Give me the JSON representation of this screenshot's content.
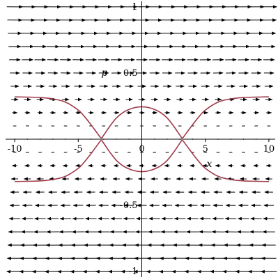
{
  "chart_data": {
    "type": "vector-field",
    "xlabel": "x",
    "ylabel": "p",
    "xlim": [
      -10.5,
      10.5
    ],
    "ylim": [
      -1.02,
      1.02
    ],
    "xticks": [
      {
        "value": -10,
        "label": "-10"
      },
      {
        "value": -5,
        "label": "-5"
      },
      {
        "value": 0,
        "label": "0"
      },
      {
        "value": 5,
        "label": "5"
      },
      {
        "value": 10,
        "label": "10"
      }
    ],
    "yticks": [
      {
        "value": 1,
        "label": "1"
      },
      {
        "value": 0.5,
        "label": "0.5"
      },
      {
        "value": -0.5,
        "label": "-0.5"
      },
      {
        "value": -1,
        "label": "-1"
      }
    ],
    "field": {
      "nx": 21,
      "ny": 21,
      "x_range": [
        -10,
        10
      ],
      "y_range": [
        -1,
        1
      ],
      "color": "#000000"
    },
    "curve_color": "#9e3a4a",
    "series": [
      {
        "x": [
          -10,
          -9,
          -8,
          -7,
          -6,
          -5,
          -4.5,
          -4,
          -3.5,
          -3.2,
          -3,
          -2.5,
          -2,
          -1.5,
          -1,
          -0.5,
          0,
          0.5,
          1,
          1.5,
          2,
          2.5,
          3,
          3.2,
          3.5,
          4,
          4.5,
          5,
          6,
          7,
          8,
          9,
          10
        ],
        "y": [
          0.32,
          0.318,
          0.315,
          0.305,
          0.28,
          0.22,
          0.17,
          0.11,
          0.045,
          0.01,
          0.03,
          0.1,
          0.16,
          0.2,
          0.225,
          0.24,
          0.245,
          0.24,
          0.225,
          0.2,
          0.16,
          0.1,
          0.03,
          0.01,
          0.045,
          0.11,
          0.17,
          0.22,
          0.28,
          0.305,
          0.315,
          0.318,
          0.32
        ]
      },
      {
        "x": [
          -10,
          -9,
          -8,
          -7,
          -6,
          -5,
          -4.5,
          -4,
          -3.5,
          -3.2,
          -3,
          -2.5,
          -2,
          -1.5,
          -1,
          -0.5,
          0,
          0.5,
          1,
          1.5,
          2,
          2.5,
          3,
          3.2,
          3.5,
          4,
          4.5,
          5,
          6,
          7,
          8,
          9,
          10
        ],
        "y": [
          -0.32,
          -0.318,
          -0.315,
          -0.305,
          -0.28,
          -0.22,
          -0.17,
          -0.11,
          -0.045,
          -0.01,
          -0.03,
          -0.1,
          -0.16,
          -0.2,
          -0.225,
          -0.24,
          -0.245,
          -0.24,
          -0.225,
          -0.2,
          -0.16,
          -0.1,
          -0.03,
          -0.01,
          -0.045,
          -0.11,
          -0.17,
          -0.22,
          -0.28,
          -0.305,
          -0.315,
          -0.318,
          -0.32
        ]
      }
    ]
  }
}
